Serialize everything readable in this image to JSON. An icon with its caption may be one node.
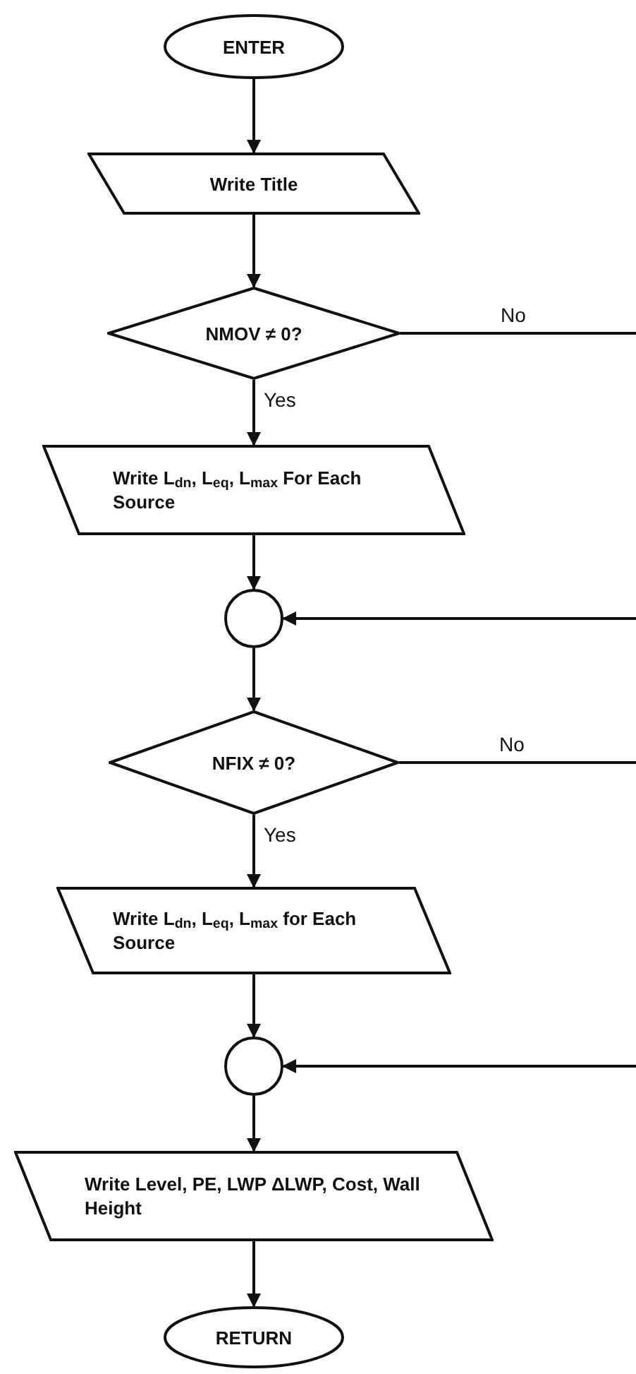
{
  "diagram": {
    "nodes": [
      {
        "text": [
          "ENTER"
        ]
      },
      {
        "text": [
          "Write Title"
        ]
      },
      {
        "text": [
          "NMOV ≠ 0?"
        ]
      },
      {
        "text": [
          "Write L$_{dn}$, L$_{eq}$, L$_{max}$ For Each Source"
        ]
      },
      {
        "text": [],
        "shape": "circle"
      },
      {
        "text": [
          "NFIX ≠ 0?"
        ]
      },
      {
        "text": [
          "Write L$_{dn}$, L$_{eq}$, L$_{max}$ for Each Source"
        ]
      },
      {
        "text": [],
        "shape": "circle"
      },
      {
        "text": [
          "Write Level, PE, LWP ΔLWP, Cost, Wall Height"
        ]
      },
      {
        "text": [
          "RETURN"
        ]
      }
    ],
    "edges": [
      {
        "from": 0,
        "to": 1,
        "arrow": "to"
      },
      {
        "from": 1,
        "to": 2,
        "arrow": "to"
      },
      {
        "from": 2,
        "to": 3,
        "arrow": "to",
        "label": "Yes"
      },
      {
        "from": 2,
        "to": null,
        "arrow": "none",
        "label": "No"
      },
      {
        "from": 3,
        "to": 4,
        "arrow": "to"
      },
      {
        "from": null,
        "to": 4,
        "arrow": "to"
      },
      {
        "from": 4,
        "to": 5,
        "arrow": "to"
      },
      {
        "from": 5,
        "to": 6,
        "arrow": "to",
        "label": "Yes"
      },
      {
        "from": 5,
        "to": null,
        "arrow": "none",
        "label": "No"
      },
      {
        "from": 6,
        "to": 7,
        "arrow": "to"
      },
      {
        "from": null,
        "to": 7,
        "arrow": "to"
      },
      {
        "from": 7,
        "to": 8,
        "arrow": "to"
      },
      {
        "from": 8,
        "to": 9,
        "arrow": "to"
      }
    ]
  }
}
